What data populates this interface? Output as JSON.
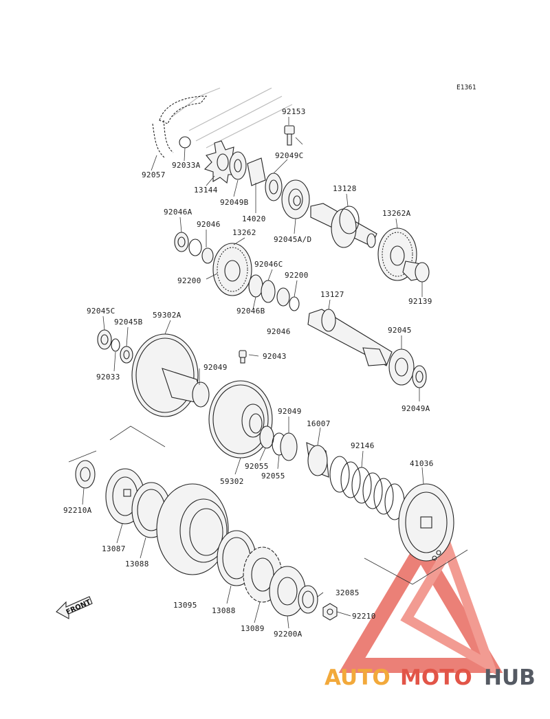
{
  "diagram_code": "E1361",
  "front_label": "FRONT",
  "watermark": {
    "part1": "AUTO",
    "part2": "MOTO",
    "part3": "HUB",
    "color1": "#f2a93b",
    "color2": "#e25548",
    "color3": "#555a63"
  },
  "labels": [
    "92153",
    "92057",
    "92033A",
    "13144",
    "92049C",
    "92049B",
    "14020",
    "13128",
    "92045A/D",
    "13262A",
    "92046A",
    "92046",
    "13262",
    "92200",
    "92046C",
    "92200",
    "92046B",
    "13127",
    "92139",
    "92045C",
    "92045B",
    "59302A",
    "92043",
    "92049",
    "92033",
    "92046",
    "92045",
    "92049",
    "16007",
    "92049A",
    "92146",
    "92055",
    "92055",
    "59302",
    "41036",
    "92210A",
    "13087",
    "13088",
    "13095",
    "13088",
    "32085",
    "13089",
    "92200A",
    "92210"
  ]
}
